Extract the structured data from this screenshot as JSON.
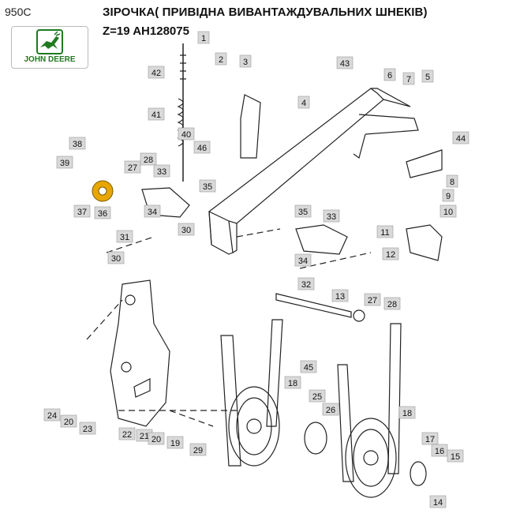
{
  "header": {
    "model": "950C",
    "title_line1": "ЗІРОЧКА( ПРИВІДНА ВИВАНТАЖДУВАЛЬНИХ ШНЕКІВ)",
    "title_line2": "Z=19 AH128075",
    "brand": "JOHN DEERE"
  },
  "colors": {
    "line": "#222222",
    "label_bg": "#d9d9d9",
    "highlight": "#e8a600",
    "brand_green": "#1f7a1f",
    "brand_yellow": "#f2c200"
  },
  "callouts": [
    {
      "n": "1"
    },
    {
      "n": "2"
    },
    {
      "n": "3"
    },
    {
      "n": "42"
    },
    {
      "n": "41"
    },
    {
      "n": "40"
    },
    {
      "n": "46"
    },
    {
      "n": "43"
    },
    {
      "n": "6"
    },
    {
      "n": "7"
    },
    {
      "n": "5"
    },
    {
      "n": "4"
    },
    {
      "n": "44"
    },
    {
      "n": "8"
    },
    {
      "n": "9"
    },
    {
      "n": "10"
    },
    {
      "n": "11"
    },
    {
      "n": "12"
    },
    {
      "n": "38"
    },
    {
      "n": "39"
    },
    {
      "n": "27"
    },
    {
      "n": "28"
    },
    {
      "n": "33"
    },
    {
      "n": "37"
    },
    {
      "n": "36"
    },
    {
      "n": "34"
    },
    {
      "n": "35"
    },
    {
      "n": "30"
    },
    {
      "n": "31"
    },
    {
      "n": "30"
    },
    {
      "n": "35"
    },
    {
      "n": "33"
    },
    {
      "n": "34"
    },
    {
      "n": "32"
    },
    {
      "n": "13"
    },
    {
      "n": "27"
    },
    {
      "n": "28"
    },
    {
      "n": "45"
    },
    {
      "n": "18"
    },
    {
      "n": "25"
    },
    {
      "n": "26"
    },
    {
      "n": "18"
    },
    {
      "n": "17"
    },
    {
      "n": "16"
    },
    {
      "n": "15"
    },
    {
      "n": "14"
    },
    {
      "n": "24"
    },
    {
      "n": "20"
    },
    {
      "n": "23"
    },
    {
      "n": "22"
    },
    {
      "n": "21"
    },
    {
      "n": "20"
    },
    {
      "n": "19"
    },
    {
      "n": "29"
    }
  ]
}
